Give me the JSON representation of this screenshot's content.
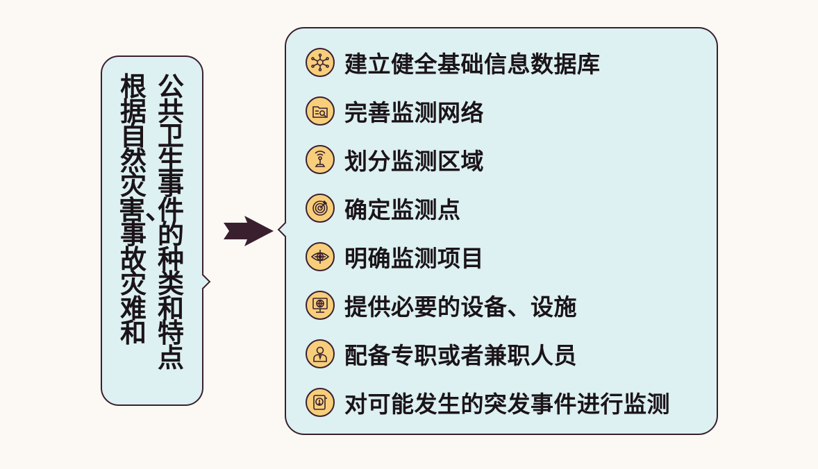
{
  "left": {
    "column_a": "公共卫生事件的种类和特点",
    "column_b": "根据自然灾害、事故灾难和"
  },
  "items": [
    {
      "label": "建立健全基础信息数据库",
      "icon": "network-icon"
    },
    {
      "label": "完善监测网络",
      "icon": "folder-icon"
    },
    {
      "label": "划分监测区域",
      "icon": "signal-icon"
    },
    {
      "label": "确定监测点",
      "icon": "target-icon"
    },
    {
      "label": "明确监测项目",
      "icon": "eye-icon"
    },
    {
      "label": "提供必要的设备、设施",
      "icon": "globe-monitor-icon"
    },
    {
      "label": "配备专职或者兼职人员",
      "icon": "person-icon"
    },
    {
      "label": "对可能发生的突发事件进行监测",
      "icon": "alert-icon"
    }
  ],
  "colors": {
    "background": "#fcf9f4",
    "box_fill": "#ddf0f2",
    "border": "#3a1f2e",
    "icon_fill": "#f7cf7c",
    "text": "#1a1418"
  }
}
